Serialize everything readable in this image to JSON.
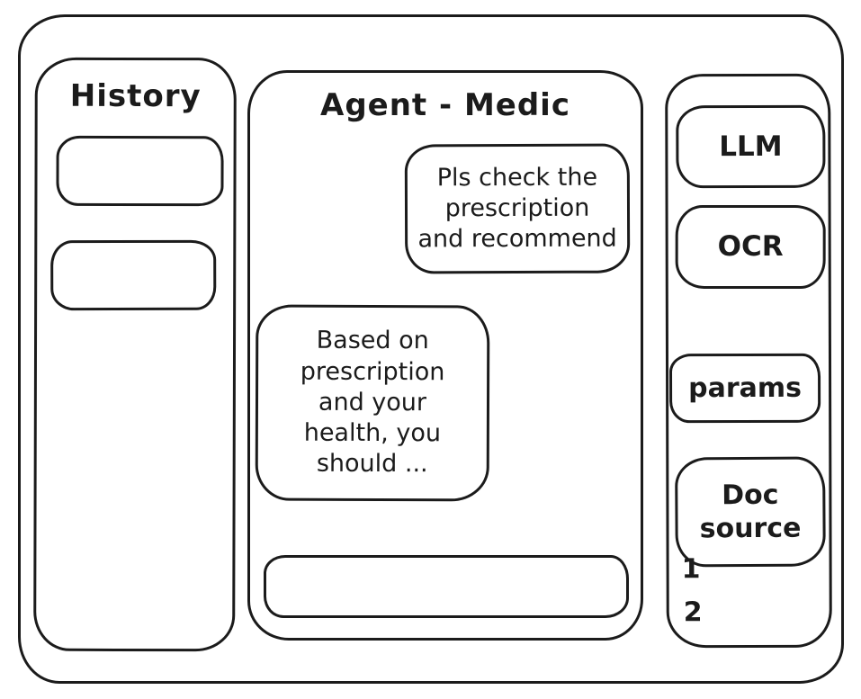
{
  "colors": {
    "ink": "#1b1b1b",
    "background": "#ffffff"
  },
  "sidebar": {
    "title": "History",
    "items": [
      {
        "label": ""
      },
      {
        "label": ""
      }
    ]
  },
  "chat": {
    "title": "Agent - Medic",
    "messages": [
      {
        "role": "user",
        "text": "Pls check the\nprescription\nand recommend"
      },
      {
        "role": "assistant",
        "text": "Based on\nprescription\nand your\nhealth, you\nshould ..."
      }
    ],
    "input": {
      "value": "",
      "placeholder": ""
    }
  },
  "tools": {
    "buttons": [
      {
        "id": "llm",
        "label": "LLM"
      },
      {
        "id": "ocr",
        "label": "OCR"
      },
      {
        "id": "params",
        "label": "params"
      },
      {
        "id": "doc_source",
        "label": "Doc\nsource"
      }
    ],
    "doc_items": [
      "1",
      "2"
    ]
  }
}
